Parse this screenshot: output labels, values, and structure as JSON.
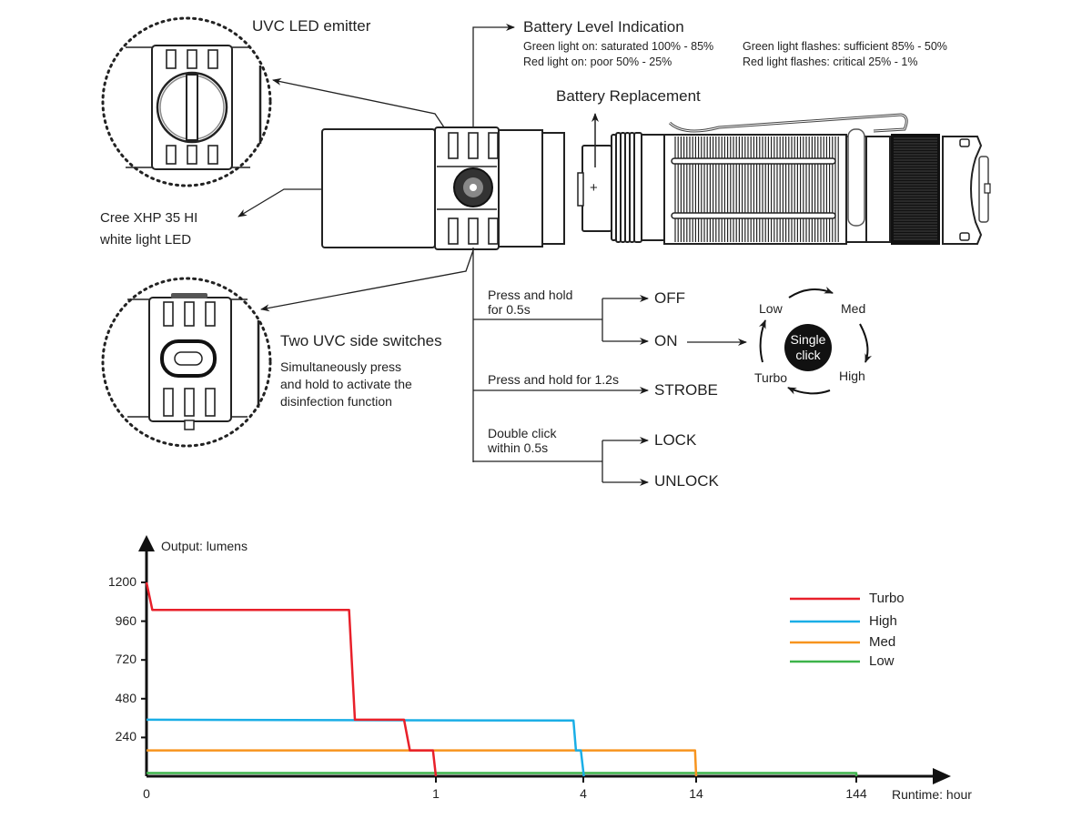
{
  "callouts": {
    "uvc_emitter": "UVC LED emitter",
    "cree_led_line1": "Cree XHP 35 HI",
    "cree_led_line2": "white light LED",
    "side_switches_title": "Two UVC side switches",
    "side_switches_desc1": "Simultaneously press",
    "side_switches_desc2": "and hold to activate the",
    "side_switches_desc3": "disinfection function",
    "battery_replacement": "Battery Replacement",
    "battery_plus": "+"
  },
  "battery_indication": {
    "title": "Battery Level Indication",
    "items": [
      "Green light on: saturated 100% - 85%",
      "Green light flashes: sufficient 85% - 50%",
      "Red light on: poor 50% - 25%",
      "Red light flashes: critical 25% - 1%"
    ]
  },
  "operation": {
    "actions": [
      {
        "line1": "Press and hold",
        "line2": "for 0.5s"
      },
      {
        "line1": "Press and hold for 1.2s"
      },
      {
        "line1": "Double click",
        "line2": "within 0.5s"
      }
    ],
    "results": [
      "OFF",
      "ON",
      "STROBE",
      "LOCK",
      "UNLOCK"
    ],
    "cycle": {
      "center_line1": "Single",
      "center_line2": "click",
      "modes": [
        "Low",
        "Med",
        "High",
        "Turbo"
      ]
    }
  },
  "colors": {
    "turbo": "#e8202a",
    "high": "#1aaee6",
    "med": "#f7941e",
    "low": "#3db34a",
    "ink": "#1a1a1a"
  },
  "chart_data": {
    "type": "line",
    "title": "",
    "ylabel": "Output: lumens",
    "xlabel": "Runtime: hour",
    "x_ticks": [
      0,
      1,
      4,
      14,
      144
    ],
    "x_tick_labels": [
      "0",
      "1",
      "4",
      "14",
      "144"
    ],
    "x_scale": "non-linear (piecewise between ticks)",
    "y_ticks": [
      240,
      480,
      720,
      960,
      1200
    ],
    "y_tick_labels": [
      "240",
      "480",
      "720",
      "960",
      "1200"
    ],
    "ylim": [
      0,
      1200
    ],
    "grid": false,
    "legend_position": "top-right",
    "series": [
      {
        "name": "Turbo",
        "color": "#e8202a",
        "points": [
          [
            0,
            1200
          ],
          [
            0.02,
            1030
          ],
          [
            0.7,
            1030
          ],
          [
            0.72,
            350
          ],
          [
            0.89,
            350
          ],
          [
            0.91,
            160
          ],
          [
            0.99,
            160
          ],
          [
            1,
            0
          ]
        ]
      },
      {
        "name": "High",
        "color": "#1aaee6",
        "points": [
          [
            0,
            350
          ],
          [
            3.8,
            345
          ],
          [
            3.85,
            160
          ],
          [
            3.95,
            160
          ],
          [
            4.05,
            0
          ]
        ]
      },
      {
        "name": "Med",
        "color": "#f7941e",
        "points": [
          [
            0,
            160
          ],
          [
            13.9,
            160
          ],
          [
            14,
            0
          ]
        ]
      },
      {
        "name": "Low",
        "color": "#3db34a",
        "points": [
          [
            0,
            20
          ],
          [
            144,
            20
          ],
          [
            144,
            0
          ]
        ]
      }
    ]
  }
}
